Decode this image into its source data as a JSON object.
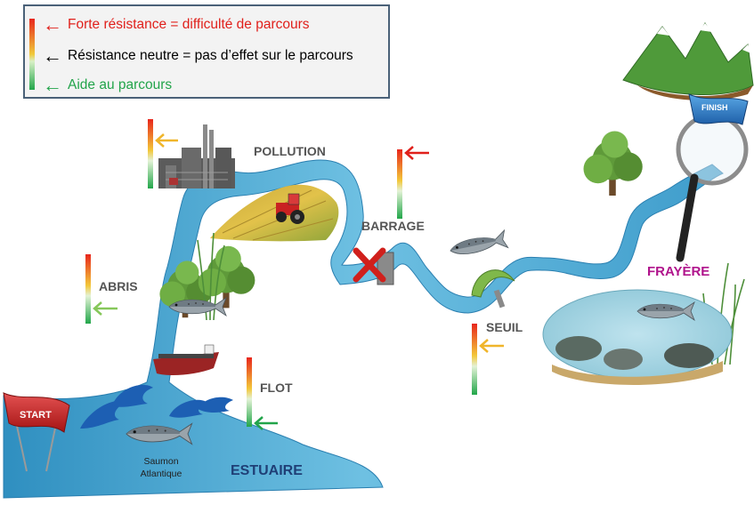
{
  "legend": {
    "high": "Forte résistance = difficulté de parcours",
    "neutral": "Résistance neutre = pas d’effet sur le parcours",
    "help": "Aide au parcours",
    "colors": {
      "high": "#e0201b",
      "neutral": "#000000",
      "help": "#22a44a"
    }
  },
  "labels": {
    "pollution": "POLLUTION",
    "barrage": "BARRAGE",
    "abris": "ABRIS",
    "seuil": "SEUIL",
    "flot": "FLOT",
    "frayere": "FRAYÈRE",
    "estuaire": "ESTUAIRE",
    "saumon_line1": "Saumon",
    "saumon_line2": "Atlantique",
    "start": "START",
    "finish": "FINISH"
  },
  "icons": [
    "gauge-icon",
    "arrow-left-icon",
    "factory-icon",
    "tractor-icon",
    "tree-icon",
    "salmon-icon",
    "boat-icon",
    "wave-icon",
    "dam-cross-icon",
    "weir-icon",
    "mountain-icon",
    "magnifier-icon",
    "flag-icon"
  ]
}
